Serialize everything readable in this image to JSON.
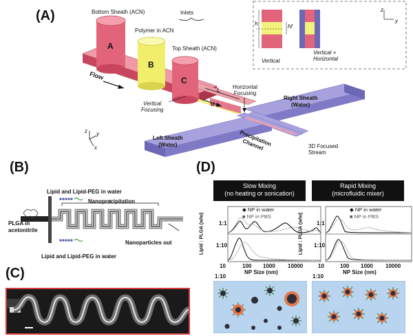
{
  "panels": {
    "a": "(A)",
    "b": "(B)",
    "c": "(C)",
    "d": "(D)"
  },
  "panel_a": {
    "bottom_sheath": "Bottom Sheath (ACN)",
    "inlets": "Inlets",
    "polymer": "Polymer in ACN",
    "top_sheath": "Top Sheath (ACN)",
    "cyl_a": "A",
    "cyl_b": "B",
    "cyl_c": "C",
    "flow": "Flow",
    "vertical_focusing": "Vertical\nFocusing",
    "horizontal_focusing": "Horizontal\nFocusing",
    "right_sheath": "Right Sheath\n(Water)",
    "left_sheath": "Left Sheath\n(Water)",
    "precipitation_channel": "Precipitation\nChannel",
    "focused_stream": "3D Focused\nStream",
    "L": "L",
    "u": "u",
    "inset_vertical": "Vertical",
    "inset_vh": "Vertical +\nHorizontal",
    "h": "h",
    "hf": "hf",
    "axis_z": "z",
    "axis_y": "y",
    "axis_x": "x",
    "colors": {
      "sheath_red": "#e2647a",
      "polymer_yellow": "#f3f27c",
      "water_purple": "#9b97d6",
      "channel_pink": "#eda3ad"
    }
  },
  "panel_b": {
    "top": "Lipid and Lipid-PEG in water",
    "bottom": "Lipid and Lipid-PEG in water",
    "left": "PLGA in\nacetonitrile",
    "nano": "Nanoprecipitation",
    "out": "Nanoparticles out"
  },
  "panel_d": {
    "slow_head": "Slow Mixing\n(no heating or sonication)",
    "rapid_head": "Rapid Mixing\n(microfluidic mixer)",
    "legend_water": "NP in water",
    "legend_pbs": "NP in PBS",
    "ylabel": "Lipid : PLGA (w/w)",
    "ratio_1_1": "1:1",
    "ratio_1_10": "1:10",
    "xlabel": "NP Size (nm)",
    "ticks": [
      "10",
      "100",
      "1000",
      "10000"
    ],
    "below_label": "1:10",
    "colors": {
      "water_line": "#000000",
      "pbs_line": "#9e9e9e",
      "box_bg": "#b8d4ee",
      "core": "#e5764a",
      "shell": "#4f7f4a",
      "dark": "#2e2e3a"
    }
  }
}
